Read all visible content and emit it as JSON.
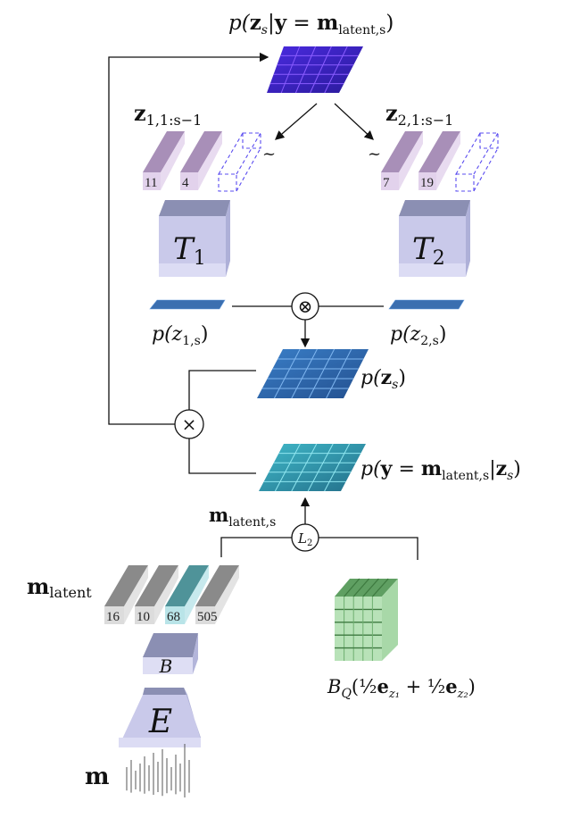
{
  "labels": {
    "top_posterior": {
      "p": "p(",
      "z": "z",
      "s": "s",
      "bar": "|",
      "y": "y",
      "eq": " = ",
      "m": "m",
      "sub": "latent,s",
      "close": ")"
    },
    "z1_history": {
      "z": "z",
      "sub": "1,1:s−1"
    },
    "z2_history": {
      "z": "z",
      "sub": "2,1:s−1"
    },
    "tilde": "~",
    "transformer_1": {
      "T": "T",
      "sub": "1"
    },
    "transformer_2": {
      "T": "T",
      "sub": "2"
    },
    "p_z1": {
      "p": "p(",
      "z": "z",
      "sub": "1,s",
      "close": ")"
    },
    "p_z2": {
      "p": "p(",
      "z": "z",
      "sub": "2,s",
      "close": ")"
    },
    "otimes": "⊗",
    "times": "×",
    "p_zs": {
      "p": "p(",
      "z": "z",
      "sub": "s",
      "close": ")"
    },
    "likelihood": {
      "p": "p(",
      "y": "y",
      "eq": " = ",
      "m": "m",
      "sub": "latent,s",
      "bar": "|",
      "z": "z",
      "sub2": "s",
      "close": ")"
    },
    "m_latent_s": {
      "m": "m",
      "sub": "latent,s"
    },
    "l2": {
      "L": "L",
      "sub": "2"
    },
    "m_latent": {
      "m": "m",
      "sub": "latent"
    },
    "bottleneck": "B",
    "encoder": "E",
    "input": "m",
    "codebook": {
      "B": "B",
      "sub": "Q",
      "open": "(",
      "half1": "½",
      "e1": "e",
      "s1": "z₁",
      "plus": " + ",
      "half2": "½",
      "e2": "e",
      "s2": "z₂",
      "close": ")"
    }
  },
  "z1_tokens": [
    "11",
    "4"
  ],
  "z2_tokens": [
    "7",
    "19"
  ],
  "m_latent_tokens": [
    "16",
    "10",
    "68",
    "505"
  ],
  "colors": {
    "posterior_grid": "#3a1fc4",
    "prior_grid": "#2f68ad",
    "likelihood_grid": "#2a93a8",
    "token_history": "#b9a0c8",
    "token_latent": "#9c9c9c",
    "token_selected": "#6fb8bd",
    "transformer": "#c8c8ea",
    "codebook": "#8cc48c"
  }
}
